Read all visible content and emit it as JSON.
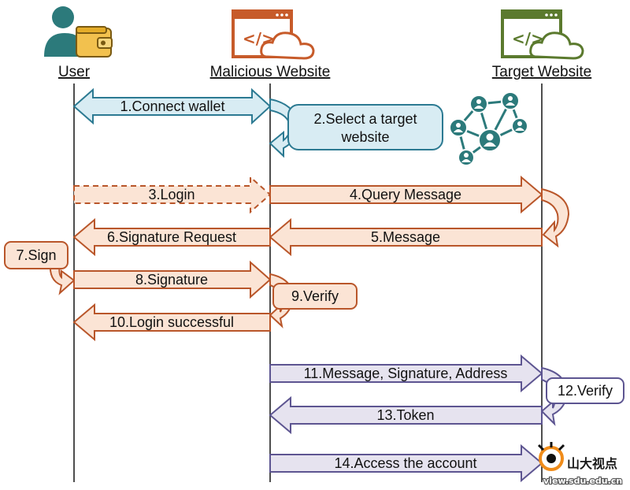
{
  "actors": {
    "user": "User",
    "malicious": "Malicious Website",
    "target": "Target Website"
  },
  "messages": {
    "m1": "1.Connect wallet",
    "m2_line1": "2.Select a target",
    "m2_line2": "website",
    "m3": "3.Login",
    "m4": "4.Query Message",
    "m5": "5.Message",
    "m6": "6.Signature Request",
    "m7": "7.Sign",
    "m8": "8.Signature",
    "m9": "9.Verify",
    "m10": "10.Login successful",
    "m11": "11.Message, Signature, Address",
    "m12": "12.Verify",
    "m13": "13.Token",
    "m14": "14.Access the account"
  },
  "watermark": {
    "brand": "山大视点",
    "url": "view.sdu.edu.cn"
  },
  "colors": {
    "blue_fill": "#d8ecf3",
    "blue_stroke": "#2c7a92",
    "orange_fill": "#fbe4d5",
    "orange_stroke": "#b9562a",
    "purple_fill": "#e6e3ef",
    "purple_stroke": "#5d5591",
    "teal_icon": "#2c7a7b",
    "wallet_yellow": "#f2c14e",
    "browser_orange": "#c75b2a",
    "browser_green": "#5b7a2e"
  },
  "icons": [
    "user-icon",
    "wallet-icon",
    "code-browser-icon",
    "cloud-icon",
    "network-icon",
    "eye-logo-icon"
  ]
}
